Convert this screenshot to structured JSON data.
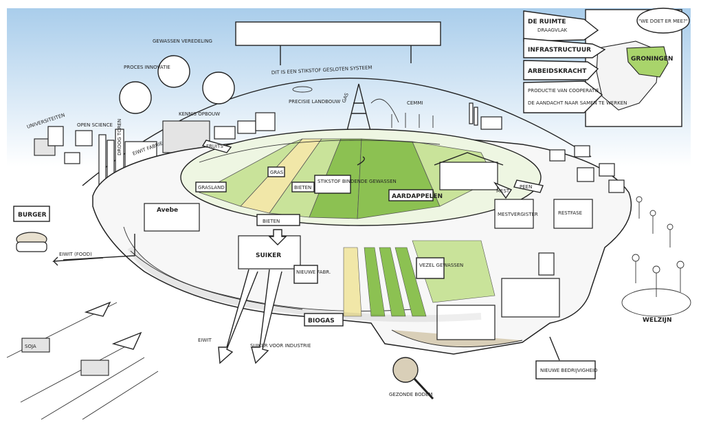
{
  "title_banner": "",
  "dome_label": "DIT IS EEN STIKSTOF GESLOTEN SYSTEEM",
  "bubbles": {
    "proces": "PROCES INNOVATIE",
    "gewassen": "GEWASSEN VEREDELING",
    "kennis": "KENNIS OPBOUW"
  },
  "top_labels": {
    "universiteiten": "UNIVERSITEITEN",
    "open_science": "OPEN SCIENCE",
    "precisie": "PRECISIE LANDBOUW",
    "gas": "GAS",
    "cemmi": "CEMMI"
  },
  "side_boxes": [
    {
      "title": "DE RUIMTE",
      "sub": "DRAAGVLAK"
    },
    {
      "title": "INFRASTRUCTUUR",
      "sub": ""
    },
    {
      "title": "ARBEIDSKRACHT",
      "sub": ""
    },
    {
      "title": "PRODUCTIE VAN COOPERATIE",
      "sub": "DE AANDACHT NAAR SAMEN TE WERKEN"
    }
  ],
  "speech": "\"WE DOET ER MEE?\"",
  "map_label": "GRONINGEN",
  "field_labels": {
    "gras": "GRAS",
    "bieten": "BIETEN",
    "stikstof": "STIKSTOF BINDENDE GEWASSEN",
    "aardappelen": "AARDAPPELEN",
    "grasland": "GRASLAND",
    "fruits": "FRUITS",
    "peen": "PEEN",
    "mest": "MEST",
    "vezel": "VEZEL GEWASSEN",
    "gezonde": "GEZONDE BODEM"
  },
  "buildings": {
    "avebe": "Avebe",
    "suiker": "SUIKER",
    "eiwitfabriek": "EIWIT FABRIEK",
    "bieten_chute": "BIETEN",
    "vergister": "MESTVERGISTER",
    "rest": "RESTFASE",
    "nieuwe_fabr": "NIEUWE FABR.",
    "droog_toren": "DROOG TOREN",
    "burger": "BURGER"
  },
  "flows": {
    "eiwit_food": "EIWIT (FOOD)",
    "biogas": "BIOGAS",
    "eiwit": "EIWIT",
    "suiker_industrie": "SUIKER VOOR INDUSTRIE",
    "soja": "SOJA"
  },
  "bottom_labels": {
    "welzijn": "WELZIJN",
    "bedrijvigheid": "NIEUWE BEDRIJVIGHEID"
  },
  "colors": {
    "sky": "#cfe3f3",
    "field_green": "#8cc152",
    "field_light": "#c9e39a",
    "field_yellow": "#f1e7a8",
    "map_green": "#a9d46b",
    "soil": "#d9cfb8"
  }
}
